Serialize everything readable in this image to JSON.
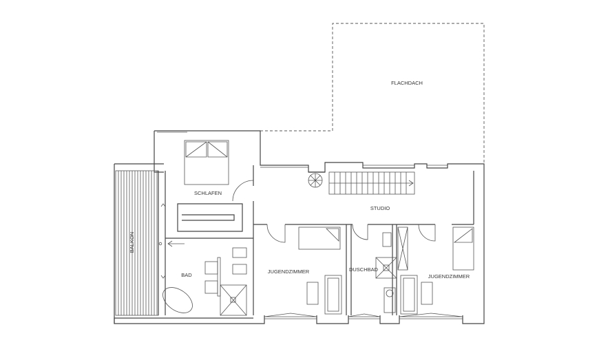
{
  "rooms": {
    "flachdach": "FLACHDACH",
    "schlafen": "SCHLAFEN",
    "studio": "STUDIO",
    "balkon": "BALKON",
    "bad": "BAD",
    "jugendzimmer_left": "JUGENDZIMMER",
    "duschbad": "DUSCHBAD",
    "jugendzimmer_right": "JUGENDZIMMER"
  }
}
